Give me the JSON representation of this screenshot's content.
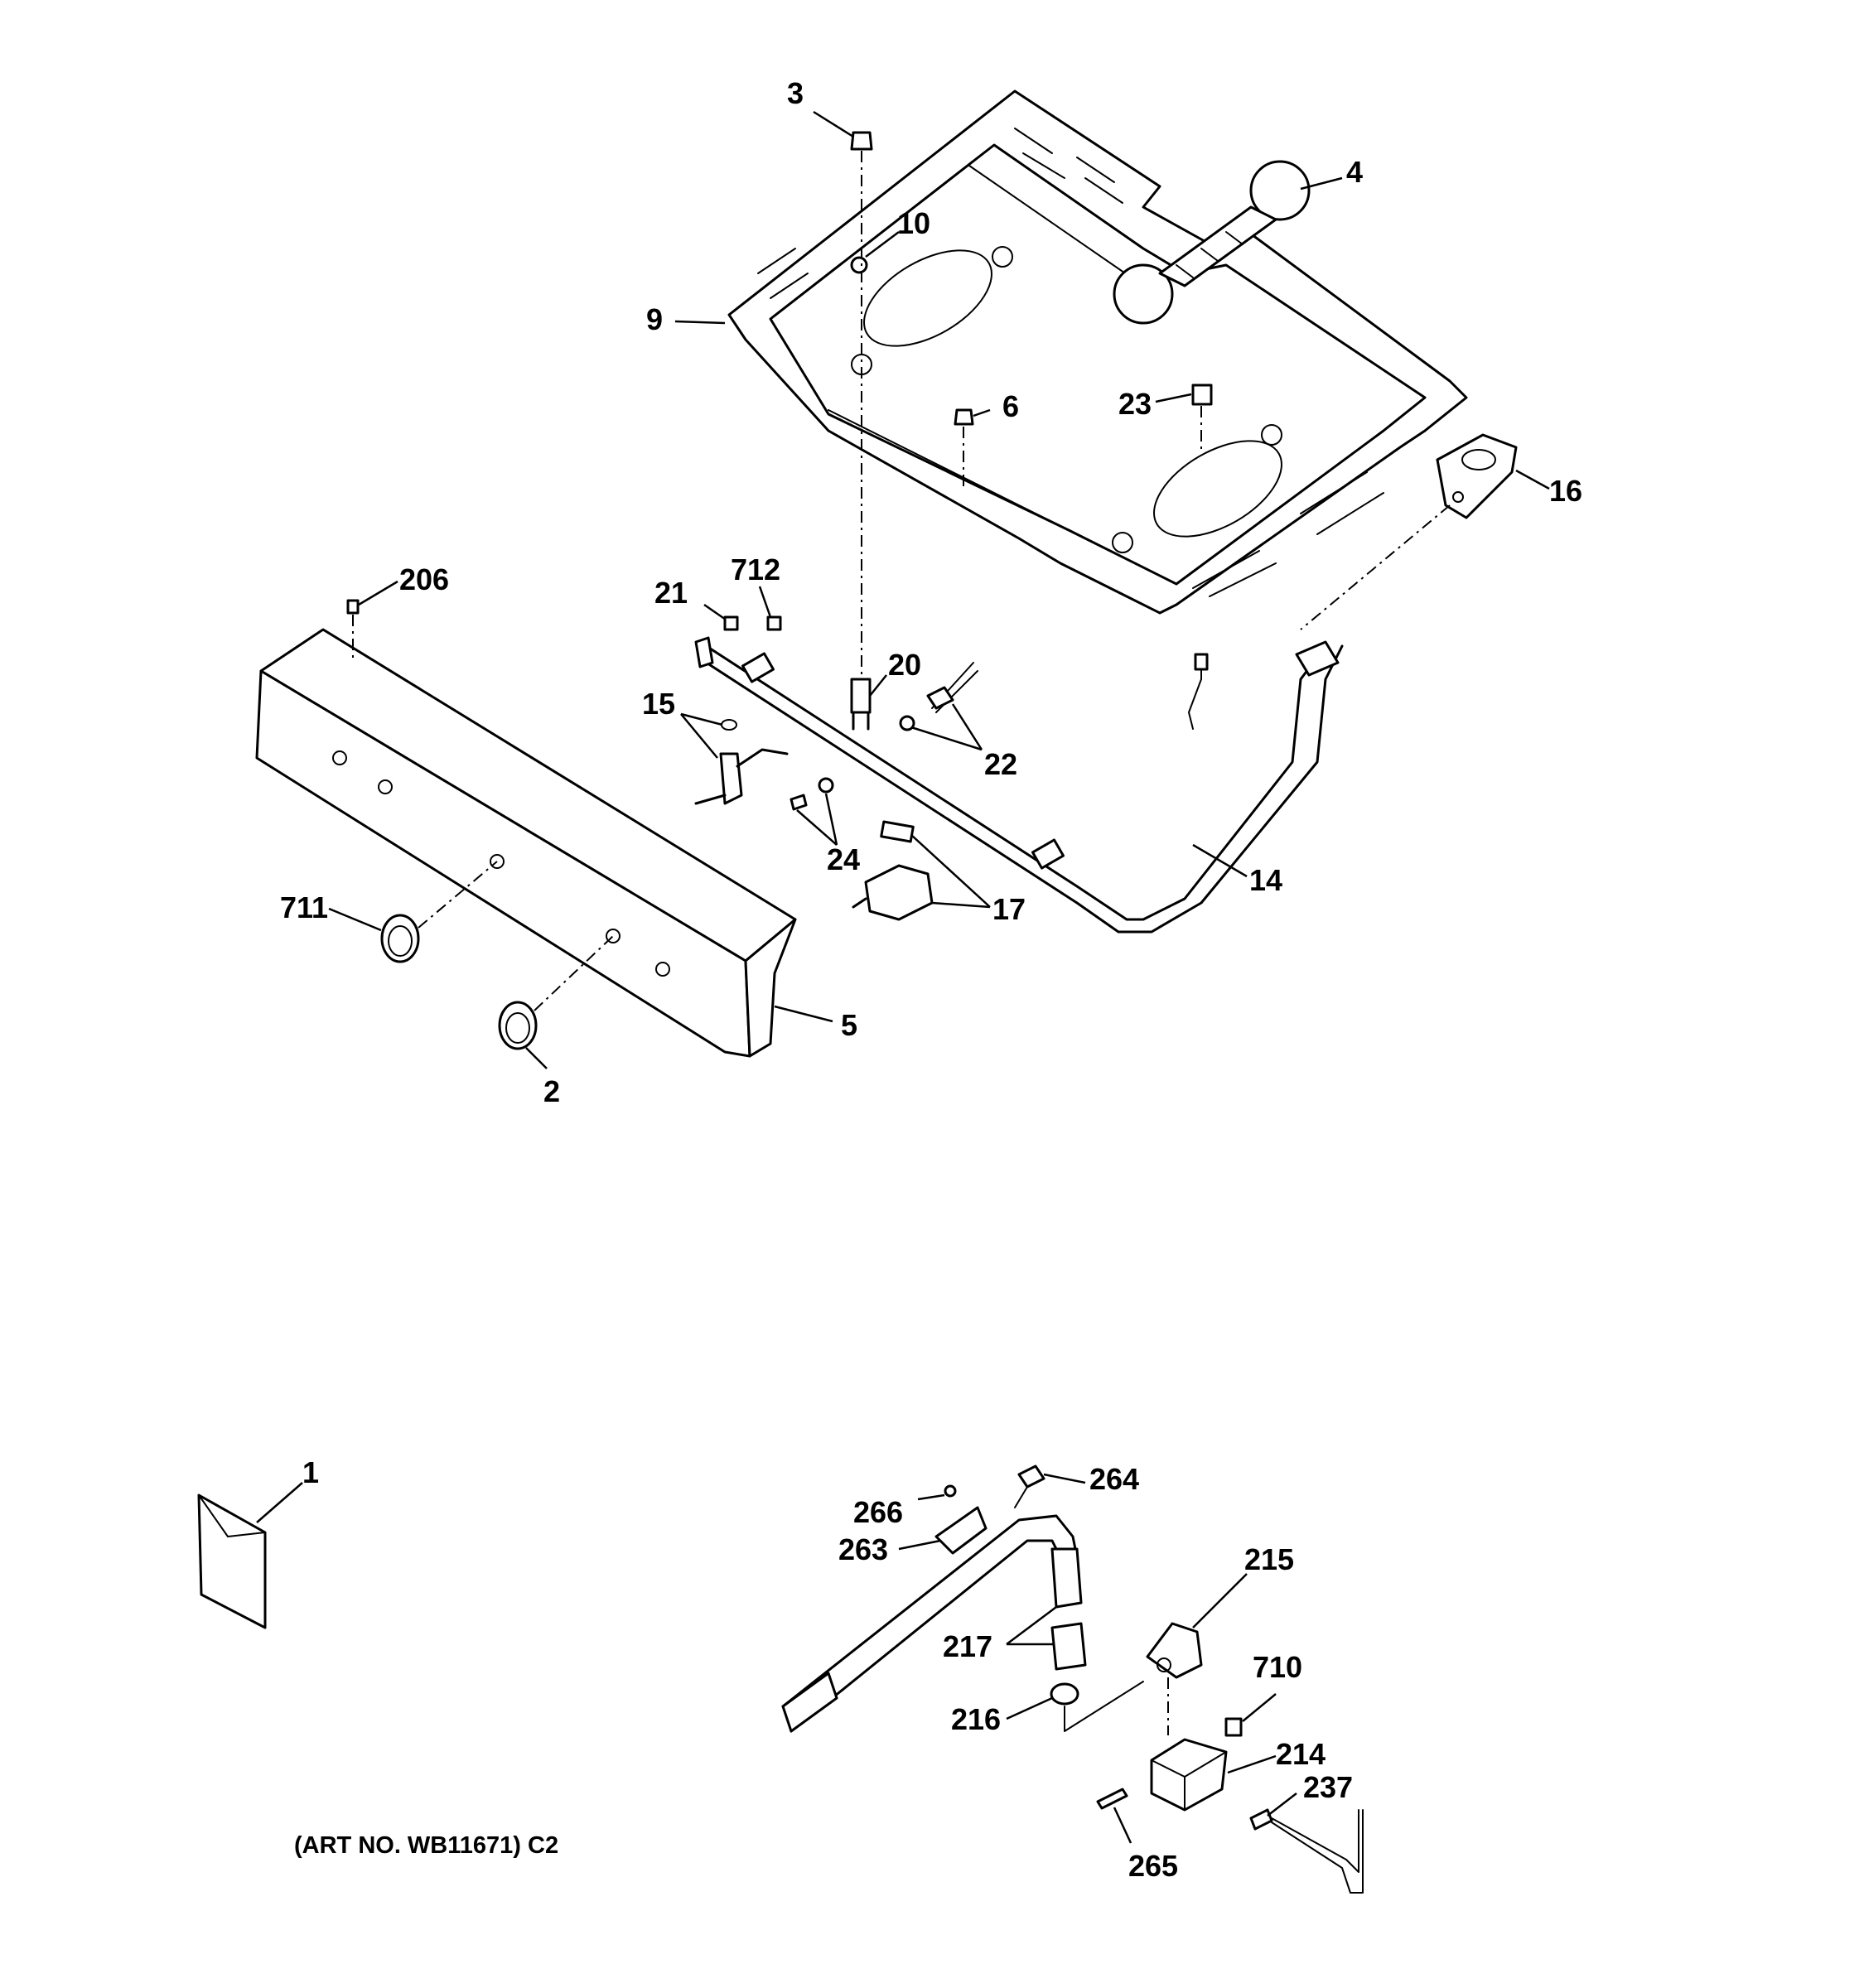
{
  "caption": "(ART NO. WB11671) C2",
  "callouts": {
    "c1": "1",
    "c2": "2",
    "c3": "3",
    "c4": "4",
    "c5": "5",
    "c6": "6",
    "c9": "9",
    "c10": "10",
    "c14": "14",
    "c15": "15",
    "c16": "16",
    "c17": "17",
    "c20": "20",
    "c21": "21",
    "c22": "22",
    "c23": "23",
    "c24": "24",
    "c206": "206",
    "c214": "214",
    "c215": "215",
    "c216": "216",
    "c217": "217",
    "c237": "237",
    "c263": "263",
    "c264": "264",
    "c265": "265",
    "c266": "266",
    "c710": "710",
    "c711": "711",
    "c712": "712"
  }
}
